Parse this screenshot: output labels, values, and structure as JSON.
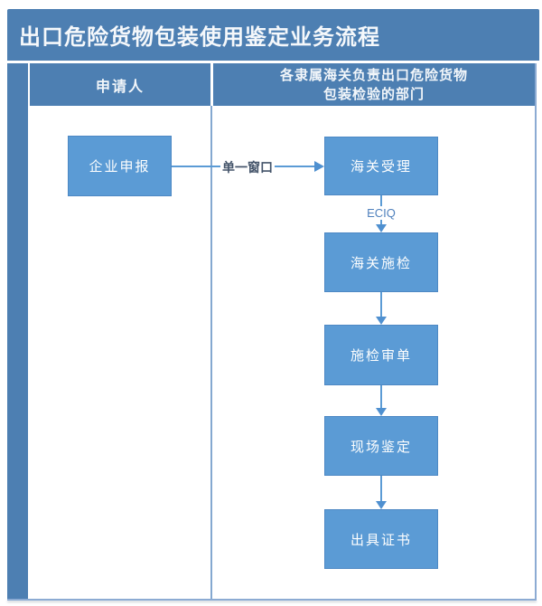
{
  "flowchart": {
    "title": "出口危险货物包装使用鉴定业务流程",
    "lanes": [
      {
        "header": "申请人"
      },
      {
        "header_lines": [
          "各隶属海关负责出口危险货物",
          "包装检验的部门"
        ],
        "header": "各隶属海关负责出口危险货物包装检验的部门"
      }
    ],
    "nodes": [
      {
        "label": "企业申报",
        "lane": "申请人"
      },
      {
        "label": "海关受理",
        "lane": "各隶属海关负责出口危险货物包装检验的部门"
      },
      {
        "label": "海关施检",
        "lane": "各隶属海关负责出口危险货物包装检验的部门"
      },
      {
        "label": "施检审单",
        "lane": "各隶属海关负责出口危险货物包装检验的部门"
      },
      {
        "label": "现场鉴定",
        "lane": "各隶属海关负责出口危险货物包装检验的部门"
      },
      {
        "label": "出具证书",
        "lane": "各隶属海关负责出口危险货物包装检验的部门"
      }
    ],
    "edges": [
      {
        "from": "企业申报",
        "to": "海关受理",
        "label": "单一窗口",
        "direction": "right"
      },
      {
        "from": "海关受理",
        "to": "海关施检",
        "label": "ECIQ",
        "direction": "down"
      },
      {
        "from": "海关施检",
        "to": "施检审单",
        "label": "",
        "direction": "down"
      },
      {
        "from": "施检审单",
        "to": "现场鉴定",
        "label": "",
        "direction": "down"
      },
      {
        "from": "现场鉴定",
        "to": "出具证书",
        "label": "",
        "direction": "down"
      }
    ],
    "colors": {
      "title_bar": "#4d7fb2",
      "lane_header": "#4d7fb2",
      "node_fill": "#5b9bd5",
      "node_border": "#4d88c4",
      "arrow": "#4f90d0",
      "frame_line": "#8cabd3",
      "edge_label_dark": "#44546a",
      "edge_label_blue": "#4f81bd",
      "text_on_blue": "#f5f8fb"
    }
  }
}
